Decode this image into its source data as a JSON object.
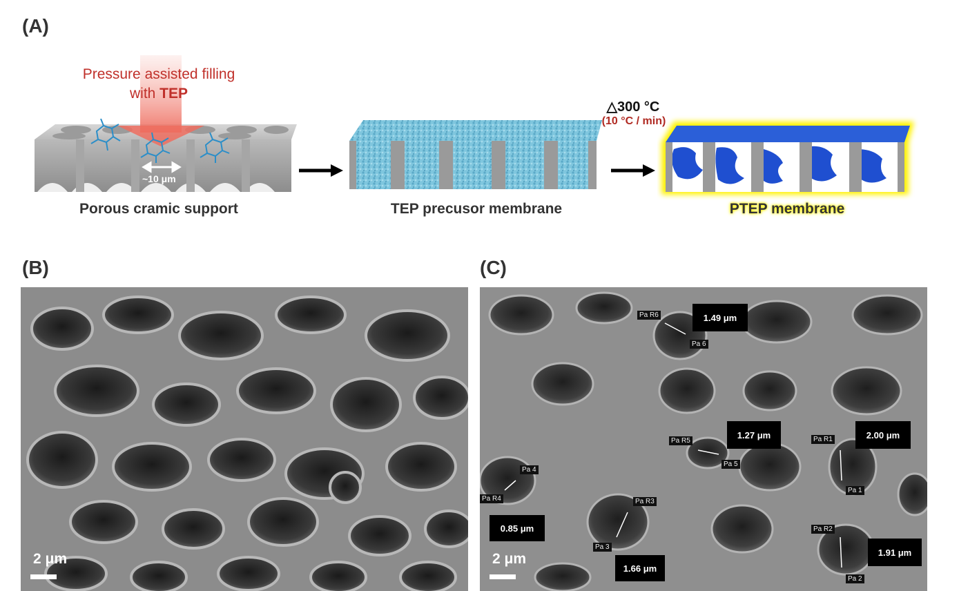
{
  "panel_a": {
    "label": "(A)",
    "pressure_text_line1": "Pressure assisted filling",
    "pressure_text_line2_prefix": "with ",
    "pressure_text_line2_bold": "TEP",
    "pore_size": "~10 μm",
    "stage1_caption": "Porous cramic support",
    "stage2_caption": "TEP precusor membrane",
    "stage3_caption": "PTEP membrane",
    "heat_temp": "△300 °C",
    "heat_rate": "(10 °C / min)",
    "colors": {
      "red_text": "#c0302a",
      "tep_blue": "#7fc6de",
      "ptep_blue": "#1f4fd0",
      "glow": "#ffe800"
    }
  },
  "panel_b": {
    "label": "(B)",
    "scale_text": "2 μm"
  },
  "panel_c": {
    "label": "(C)",
    "scale_text": "2 μm",
    "measurements": [
      "1.49 μm",
      "1.27 μm",
      "2.00 μm",
      "0.85 μm",
      "1.66 μm",
      "1.91 μm"
    ],
    "tags": [
      "Pa R6",
      "Pa 6",
      "Pa R5",
      "Pa 5",
      "Pa R1",
      "Pa 1",
      "Pa 4",
      "Pa R4",
      "Pa R3",
      "Pa 3",
      "Pa R2",
      "Pa 2"
    ]
  }
}
